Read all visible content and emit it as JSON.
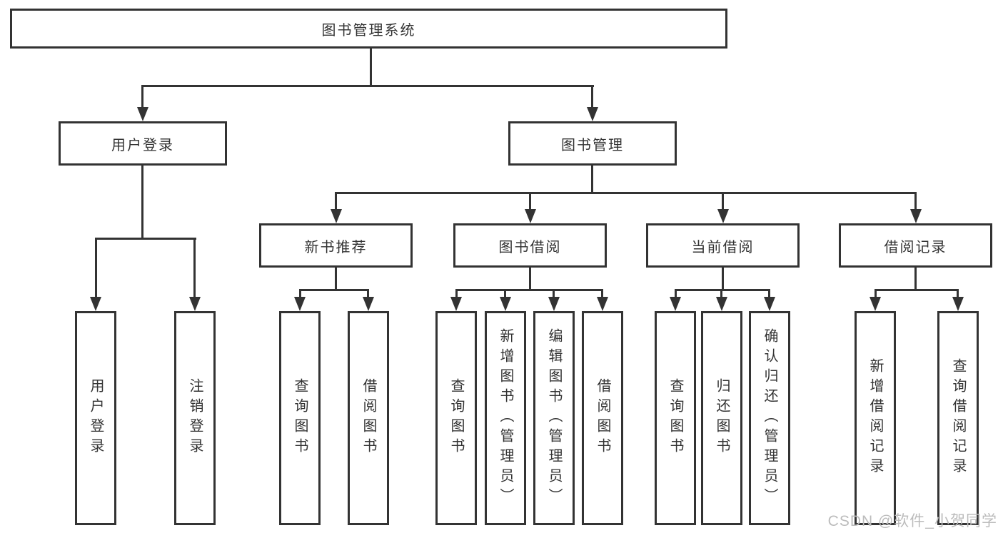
{
  "colors": {
    "line": "#333333",
    "text": "#333333",
    "background": "#ffffff",
    "watermark": "#bcbcbc"
  },
  "root": {
    "label": "图书管理系统"
  },
  "branches": [
    {
      "label": "用户登录",
      "children": [
        {
          "label": "用户登录"
        },
        {
          "label": "注销登录"
        }
      ]
    },
    {
      "label": "图书管理",
      "children": [
        {
          "label": "新书推荐",
          "children": [
            {
              "label": "查询图书"
            },
            {
              "label": "借阅图书"
            }
          ]
        },
        {
          "label": "图书借阅",
          "children": [
            {
              "label": "查询图书"
            },
            {
              "label": "新增图书（管理员）"
            },
            {
              "label": "编辑图书（管理员）"
            },
            {
              "label": "借阅图书"
            }
          ]
        },
        {
          "label": "当前借阅",
          "children": [
            {
              "label": "查询图书"
            },
            {
              "label": "归还图书"
            },
            {
              "label": "确认归还（管理员）"
            }
          ]
        },
        {
          "label": "借阅记录",
          "children": [
            {
              "label": "新增借阅记录"
            },
            {
              "label": "查询借阅记录"
            }
          ]
        }
      ]
    }
  ],
  "watermark": {
    "text": "CSDN @软件_小贺同学"
  }
}
